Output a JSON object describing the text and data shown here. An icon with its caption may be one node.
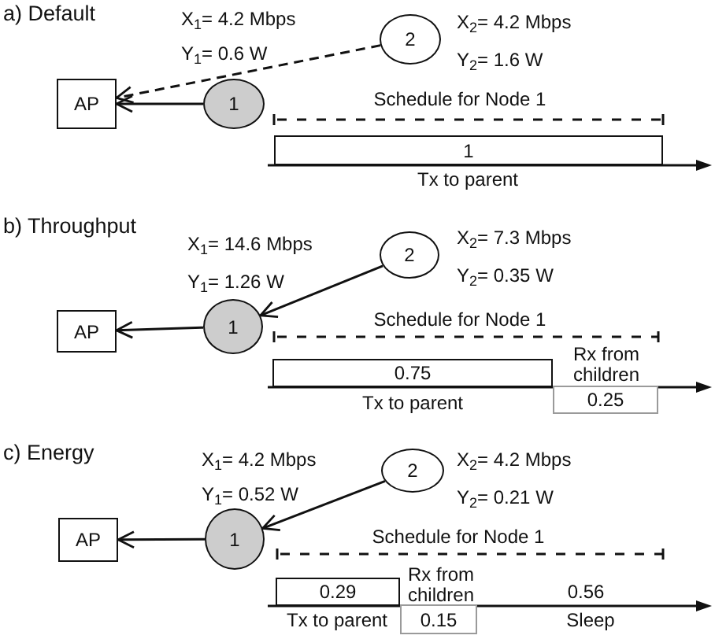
{
  "diagram": {
    "nodes": [
      {
        "text": [
          "AP"
        ]
      },
      {
        "text": [
          "1"
        ],
        "beside": [
          "X$_{1}$= 4.2 Mbps",
          "Y$_{1}$= 0.6 W"
        ]
      },
      {
        "text": [
          "2"
        ],
        "beside": [
          "X$_{2}$= 4.2 Mbps",
          "Y$_{2}$= 1.6 W"
        ]
      },
      {
        "text": [
          "1"
        ],
        "beside": [
          "Tx to parent"
        ]
      },
      {
        "text": [
          "AP"
        ]
      },
      {
        "text": [
          "1"
        ],
        "beside": [
          "X$_{1}$= 14.6 Mbps",
          "Y$_{1}$= 1.26 W"
        ]
      },
      {
        "text": [
          "2"
        ],
        "beside": [
          "X$_{2}$= 7.3 Mbps",
          "Y$_{2}$= 0.35 W"
        ]
      },
      {
        "text": [
          "0.75"
        ],
        "beside": [
          "Tx to parent"
        ]
      },
      {
        "text": [
          "0.25"
        ],
        "beside": [
          "Rx from children"
        ]
      },
      {
        "text": [
          "AP"
        ]
      },
      {
        "text": [
          "1"
        ],
        "beside": [
          "X$_{1}$= 4.2 Mbps",
          "Y$_{1}$= 0.52 W"
        ]
      },
      {
        "text": [
          "2"
        ],
        "beside": [
          "X$_{2}$= 4.2 Mbps",
          "Y$_{2}$= 0.21 W"
        ]
      },
      {
        "text": [
          "0.29"
        ],
        "beside": [
          "Tx to parent"
        ]
      },
      {
        "text": [
          "0.15"
        ],
        "beside": [
          "Rx from children"
        ]
      }
    ],
    "edges": [
      {
        "from": 2,
        "to": 0,
        "arrow": "to",
        "style": "dashed"
      },
      {
        "from": 1,
        "to": 0,
        "arrow": "to"
      },
      {
        "from": 6,
        "to": 5,
        "arrow": "to"
      },
      {
        "from": 5,
        "to": 4,
        "arrow": "to"
      },
      {
        "from": 11,
        "to": 10,
        "arrow": "to"
      },
      {
        "from": 10,
        "to": 9,
        "arrow": "to"
      }
    ],
    "labels": [
      "a) Default",
      "Schedule for Node 1",
      "b) Throughput",
      "Schedule for Node 1",
      "c) Energy",
      "Schedule for Node 1",
      "0.56",
      "Sleep"
    ]
  }
}
